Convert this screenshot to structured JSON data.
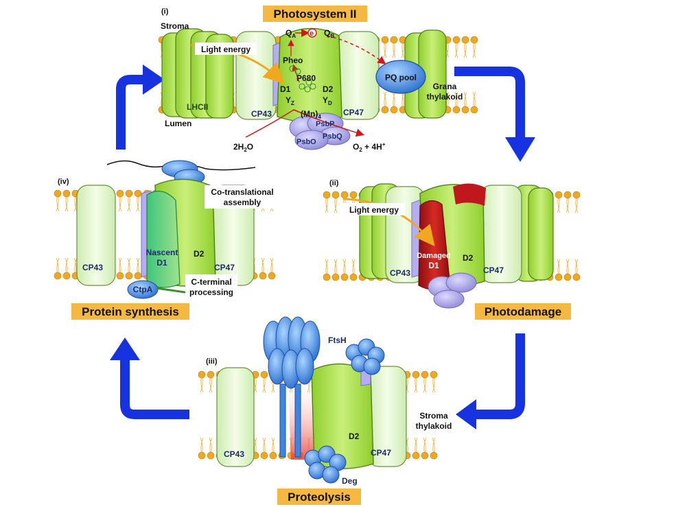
{
  "panels": {
    "i": {
      "marker": "(i)",
      "title": "Photosystem II",
      "stroma": "Stroma",
      "lumen": "Lumen",
      "light_energy": "Light energy",
      "lhcii": "LHCII",
      "cp43": "CP43",
      "cp47": "CP47",
      "d1": "D1",
      "d2": "D2",
      "qa": "Q",
      "qa_sub": "A",
      "qb": "Q",
      "qb_sub": "B",
      "electron": "e",
      "pheo": "Pheo",
      "p680": "P680",
      "yz": "Y",
      "yz_sub": "Z",
      "yd": "Y",
      "yd_sub": "D",
      "mn": "(Mn)",
      "mn_sub": "4",
      "psbp": "PsbP",
      "psbq": "PsbQ",
      "psbo": "PsbO",
      "water_a": "2H",
      "water_sub": "2",
      "water_b": "O",
      "oxygen_a": "O",
      "oxygen_sub": "2",
      "oxygen_b": " + 4H",
      "oxygen_sup": "+",
      "pq_pool": "PQ pool",
      "grana_1": "Grana",
      "grana_2": "thylakoid"
    },
    "ii": {
      "marker": "(ii)",
      "title": "Photodamage",
      "light_energy": "Light energy",
      "cp43": "CP43",
      "cp47": "CP47",
      "damaged": "Damaged",
      "d1": "D1",
      "d2": "D2"
    },
    "iii": {
      "marker": "(iii)",
      "title": "Proteolysis",
      "ftsh": "FtsH",
      "deg": "Deg",
      "cp43": "CP43",
      "cp47": "CP47",
      "d2": "D2",
      "stroma_1": "Stroma",
      "stroma_2": "thylakoid"
    },
    "iv": {
      "marker": "(iv)",
      "title": "Protein synthesis",
      "co_1": "Co-translational",
      "co_2": "assembly",
      "nascent": "Nascent",
      "d1": "D1",
      "d2": "D2",
      "cp43": "CP43",
      "cp47": "CP47",
      "ctpa": "CtpA",
      "ct_1": "C-terminal",
      "ct_2": "processing"
    }
  },
  "colors": {
    "title_box": "#f5b942",
    "protein_green": "#b6e35c",
    "protein_light": "#e4f7c8",
    "d1_damaged": "#c0171c",
    "cycle_arrow": "#1733e0",
    "lipid": "#f0a820",
    "enzyme_blue": "#3d86e0",
    "extrinsic_purple": "#a9a6ea"
  }
}
